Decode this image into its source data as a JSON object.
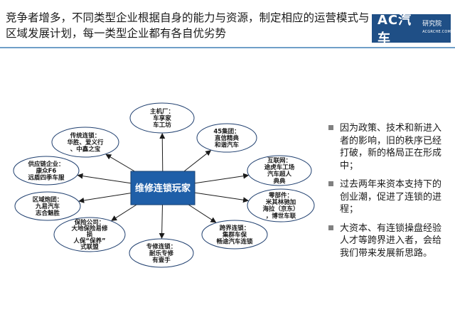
{
  "slide": {
    "title_line1": "竞争者增多，不同类型企业根据自身的能力与资源，制定相应的运营模式与",
    "title_line2": "区域发展计划，每一类型企业都有各自优劣势"
  },
  "logo": {
    "main": "AC汽车",
    "cn": "研究院",
    "url": "ACGRCHE.COM"
  },
  "colors": {
    "accent": "#1f5fa8",
    "line": "#6f9fc8",
    "node_stroke": "#1f3f6f"
  },
  "diagram": {
    "center": "维修连锁玩家",
    "nodes": [
      {
        "lines": [
          "主机厂：",
          "车享家",
          "车工坊"
        ]
      },
      {
        "lines": [
          "45集团：",
          "直信精典",
          "和谐汽车"
        ]
      },
      {
        "lines": [
          "互联网：",
          "途虎车工场",
          "汽车超人",
          "典典"
        ]
      },
      {
        "lines": [
          "零部件：",
          "米其林驰加",
          "海拉（京东）",
          "，博世车联"
        ]
      },
      {
        "lines": [
          "跨界连锁：",
          "集群车保",
          "畅途汽车连锁"
        ]
      },
      {
        "lines": [
          "专修连锁：",
          "耐乐专修",
          "有壹手"
        ]
      },
      {
        "lines": [
          "保险公司：",
          "大地保险易修",
          "损",
          "人保“保养”",
          "式联盟"
        ]
      },
      {
        "lines": [
          "区域炮团：",
          "九易汽车",
          "志合魅胜"
        ]
      },
      {
        "lines": [
          "供应链企业：",
          "康众F6",
          "远盾四季车服"
        ]
      },
      {
        "lines": [
          "传统连锁：",
          "华胜、爱义行",
          "、中鑫之宝"
        ]
      }
    ]
  },
  "bullets": [
    "因为政策、技术和新进入者的影响，旧的秩序已经打破，新的格局正在形成中；",
    "过去两年来资本支持下的创业潮，促进了连锁的进程；",
    "大资本、有连锁操盘经验人才等跨界进入者，会给我们带来发展新思路。"
  ]
}
